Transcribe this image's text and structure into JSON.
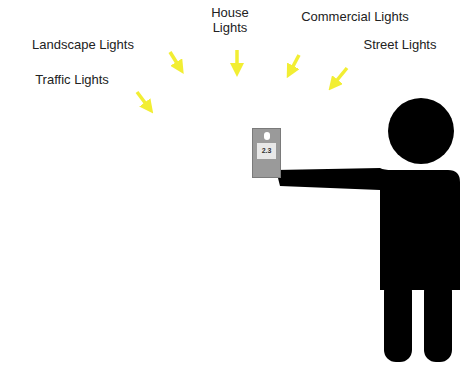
{
  "diagram": {
    "nodes": [
      {
        "text": [
          "2.3"
        ]
      }
    ],
    "labels": [
      "Traffic Lights",
      "Landscape Lights",
      "House Lights",
      "Commercial Lights",
      "Street Lights"
    ]
  }
}
